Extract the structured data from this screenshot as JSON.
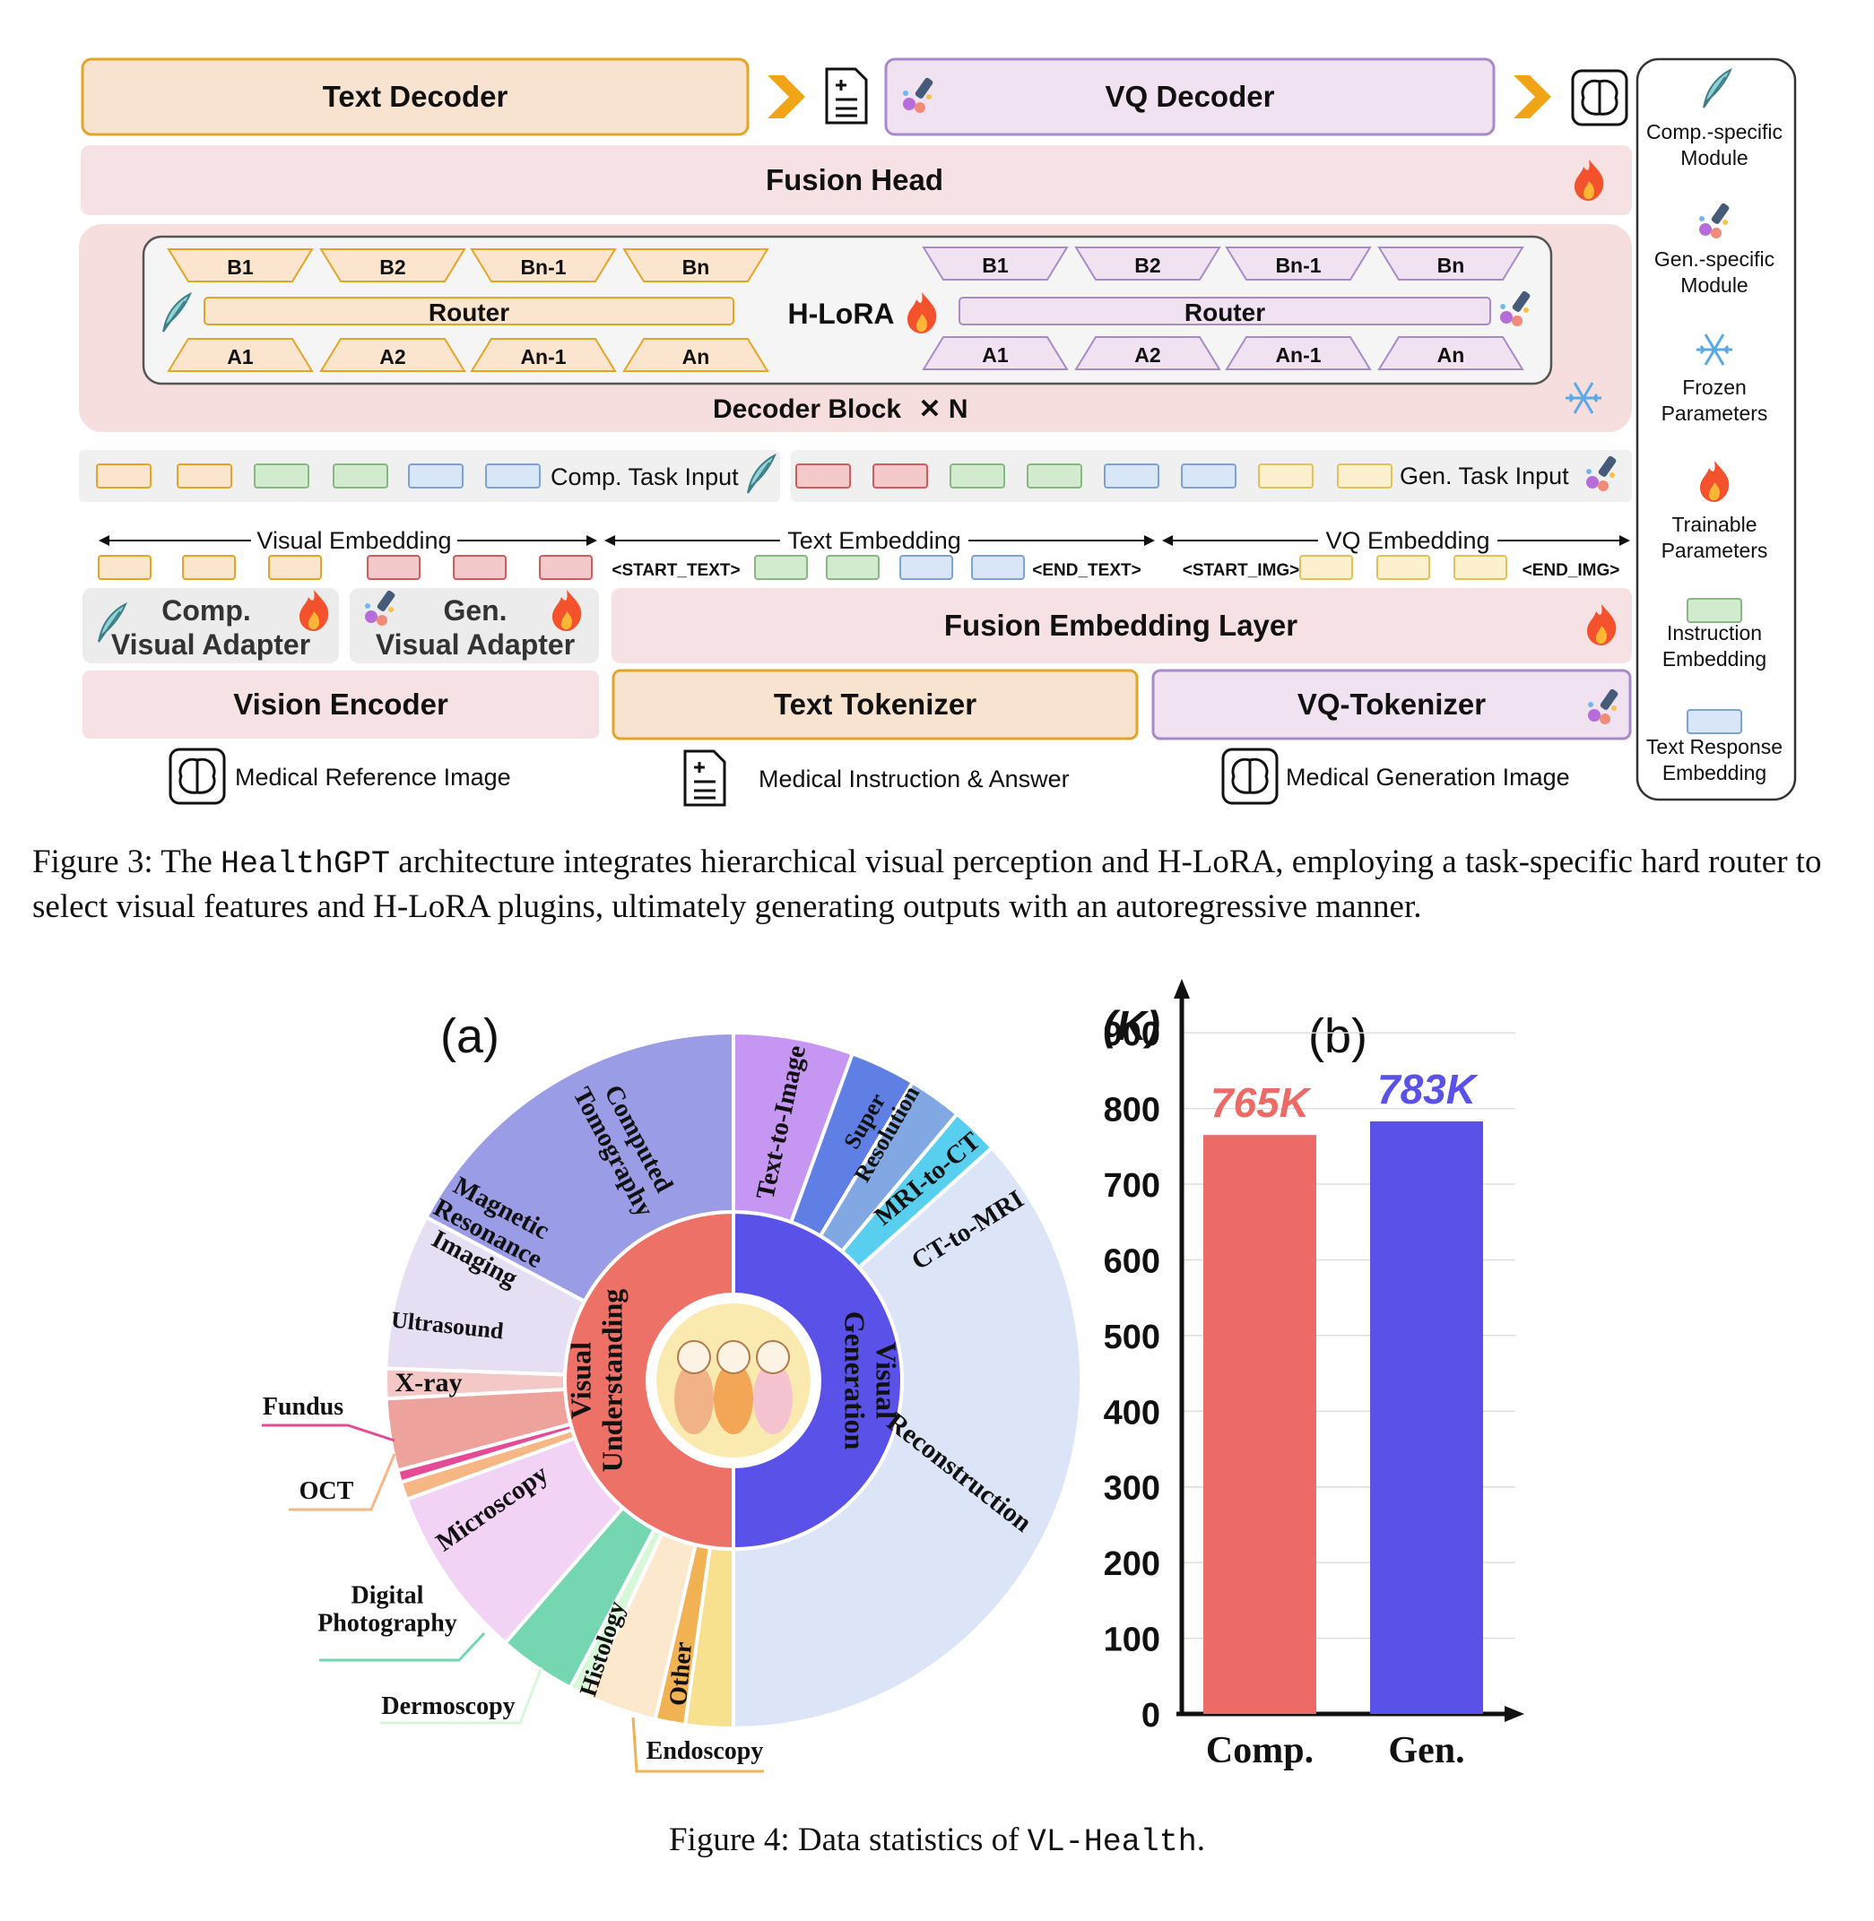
{
  "figure3": {
    "text_decoder": "Text Decoder",
    "vq_decoder": "VQ Decoder",
    "fusion_head": "Fusion Head",
    "hlora": "H-LoRA",
    "decoder_block": "Decoder Block",
    "times_n": "✕ N",
    "left_b": [
      "B1",
      "B2",
      "Bn-1",
      "Bn"
    ],
    "left_a": [
      "A1",
      "A2",
      "An-1",
      "An"
    ],
    "right_b": [
      "B1",
      "B2",
      "Bn-1",
      "Bn"
    ],
    "right_a": [
      "A1",
      "A2",
      "An-1",
      "An"
    ],
    "router": "Router",
    "comp_task_input": "Comp. Task Input",
    "gen_task_input": "Gen. Task Input",
    "visual_embedding": "Visual Embedding",
    "text_embedding": "Text Embedding",
    "vq_embedding": "VQ Embedding",
    "start_text": "<START_TEXT>",
    "end_text": "<END_TEXT>",
    "start_img": "<START_IMG>",
    "end_img": "<END_IMG>",
    "comp_adapter_1": "Comp.",
    "comp_adapter_2": "Visual Adapter",
    "gen_adapter_1": "Gen.",
    "gen_adapter_2": "Visual Adapter",
    "fusion_embedding": "Fusion Embedding Layer",
    "vision_encoder": "Vision Encoder",
    "text_tokenizer": "Text Tokenizer",
    "vq_tokenizer": "VQ-Tokenizer",
    "input_1": "Medical Reference Image",
    "input_2": "Medical Instruction & Answer",
    "input_3": "Medical Generation Image",
    "legend": [
      [
        "Comp.-specific",
        "Module"
      ],
      [
        "Gen.-specific",
        "Module"
      ],
      [
        "Frozen",
        "Parameters"
      ],
      [
        "Trainable",
        "Parameters"
      ],
      [
        "Instruction",
        "Embedding"
      ],
      [
        "Text Response",
        "Embedding"
      ]
    ]
  },
  "caption3": {
    "prefix": "Figure 3: The ",
    "model": "HealthGPT",
    "rest": " architecture integrates hierarchical visual perception and H-LoRA, employing a task-specific hard router to select visual features and H-LoRA plugins, ultimately generating outputs with an autoregressive manner."
  },
  "figure4": {
    "panel_a": "(a)",
    "panel_b": "(b)",
    "inner": [
      {
        "label": [
          "Visual",
          "Understanding"
        ],
        "color": "#ee7168"
      },
      {
        "label": [
          "Visual",
          "Generation"
        ],
        "color": "#5a51e8"
      }
    ],
    "outer": [
      {
        "label": [
          "Text-to-Image"
        ],
        "color": "#c597f3"
      },
      {
        "label": [
          "Super",
          "Resolution"
        ],
        "color": "#5f7fe5"
      },
      {
        "label": [
          "MRI-to-CT"
        ],
        "color": "#82a8e3"
      },
      {
        "label": [
          "CT-to-MRI"
        ],
        "color": "#58cfee"
      },
      {
        "label": [
          "Reconstruction"
        ],
        "color": "#dce5f7"
      },
      {
        "label": [
          "Other"
        ],
        "color": "#f7e08e"
      },
      {
        "label": [
          "Endoscopy"
        ],
        "color": "#f1b253"
      },
      {
        "label": [
          "Histology"
        ],
        "color": "#fce8cc"
      },
      {
        "label": [
          "Dermoscopy"
        ],
        "color": "#d8f7d8"
      },
      {
        "label": [
          "Digital",
          "Photography"
        ],
        "color": "#74d7b1"
      },
      {
        "label": [
          "Microscopy"
        ],
        "color": "#f2d2f5"
      },
      {
        "label": [
          "OCT"
        ],
        "color": "#f7b785"
      },
      {
        "label": [
          "Fundus"
        ],
        "color": "#e54a94"
      },
      {
        "label": [
          "X-ray"
        ],
        "color": "#eea29c"
      },
      {
        "label": [
          "Ultrasound"
        ],
        "color": "#f5c8c8"
      },
      {
        "label": [
          "Magnetic",
          "Resonance",
          "Imaging"
        ],
        "color": "#e6def3"
      },
      {
        "label": [
          "Computed",
          "Tomography"
        ],
        "color": "#9a9ce6"
      }
    ]
  },
  "chart_data": {
    "type": "bar",
    "categories": [
      "Comp.",
      "Gen."
    ],
    "values": [
      765,
      783
    ],
    "data_labels": [
      "765K",
      "783K"
    ],
    "ylabel": "(K)",
    "yticks": [
      0,
      100,
      200,
      300,
      400,
      500,
      600,
      700,
      800,
      900
    ],
    "ylim": [
      0,
      950
    ],
    "colors": [
      "#ec6b66",
      "#5a51e8"
    ]
  },
  "caption4": {
    "prefix": "Figure 4: Data statistics of ",
    "dataset": "VL-Health",
    "suffix": "."
  }
}
